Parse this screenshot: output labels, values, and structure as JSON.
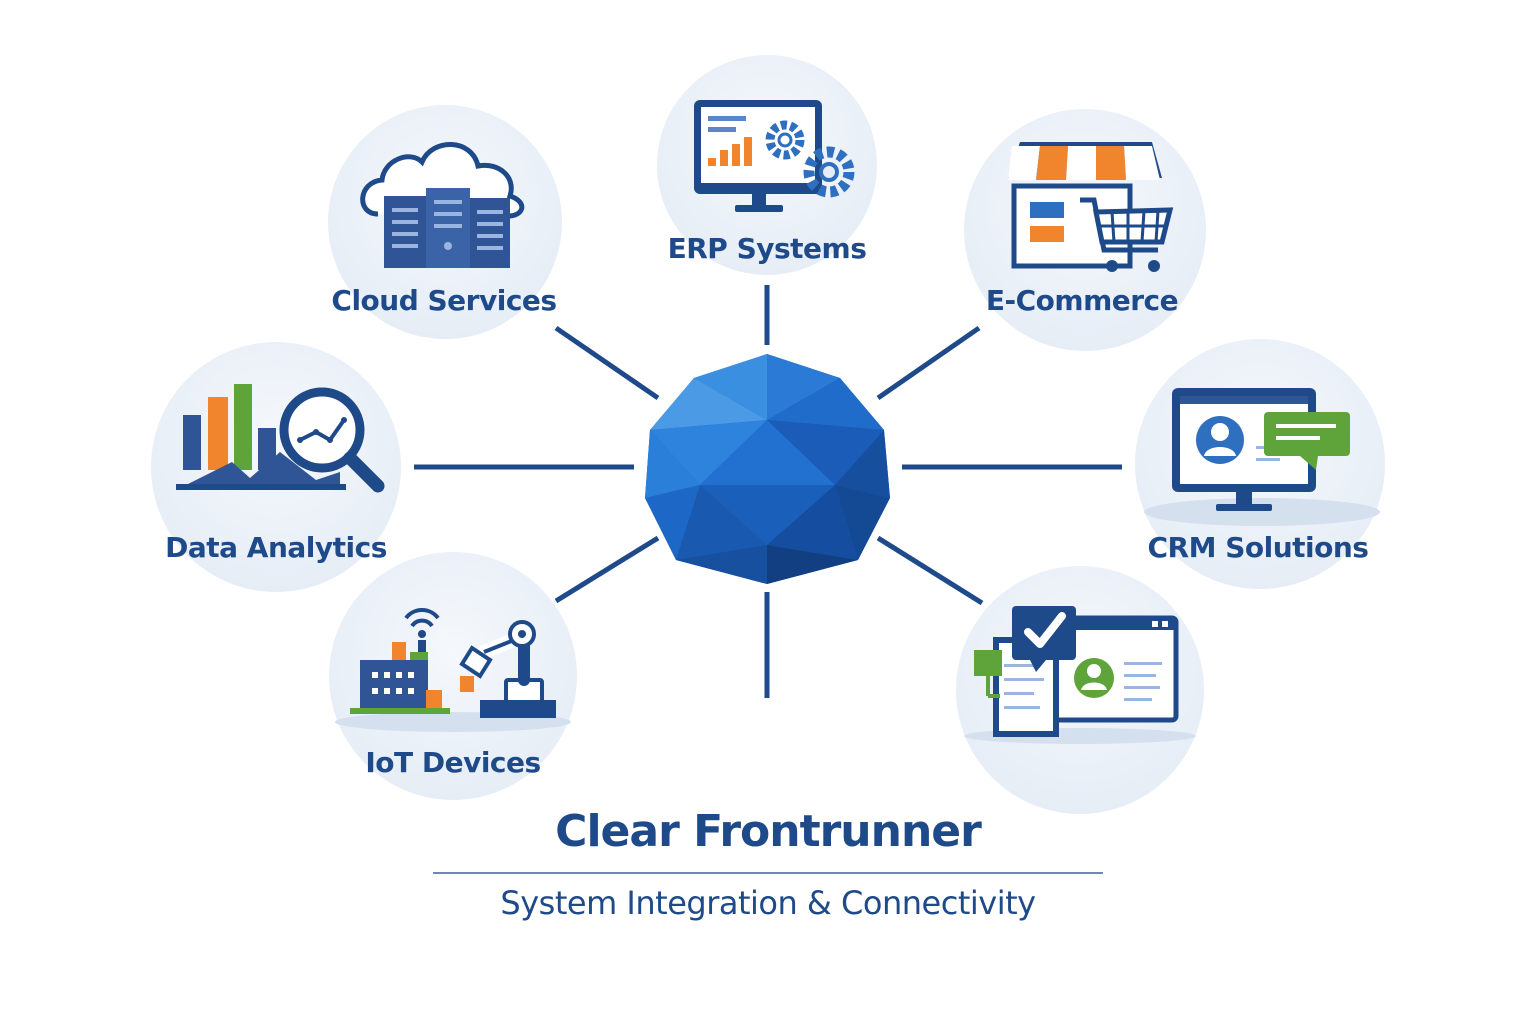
{
  "colors": {
    "primary": "#1f4a8a",
    "hub": "#1c63c4",
    "accent_orange": "#f0852d",
    "accent_green": "#5fa33b",
    "circle_bg": "#eaf0f8",
    "line": "#1f4a8a"
  },
  "hub": {
    "icon": "polyhedron-sphere-icon"
  },
  "nodes": [
    {
      "id": "erp",
      "label": "ERP Systems",
      "icon": "monitor-gears-icon"
    },
    {
      "id": "cloud",
      "label": "Cloud Services",
      "icon": "cloud-servers-icon"
    },
    {
      "id": "ecommerce",
      "label": "E-Commerce",
      "icon": "storefront-cart-icon"
    },
    {
      "id": "analytics",
      "label": "Data Analytics",
      "icon": "bar-chart-magnifier-icon"
    },
    {
      "id": "crm",
      "label": "CRM Solutions",
      "icon": "monitor-user-chat-icon"
    },
    {
      "id": "iot",
      "label": "IoT Devices",
      "icon": "factory-robot-arm-icon"
    },
    {
      "id": "workflow",
      "label": "",
      "icon": "documents-checkmark-icon"
    }
  ],
  "title": "Clear Frontrunner",
  "subtitle": "System Integration & Connectivity"
}
